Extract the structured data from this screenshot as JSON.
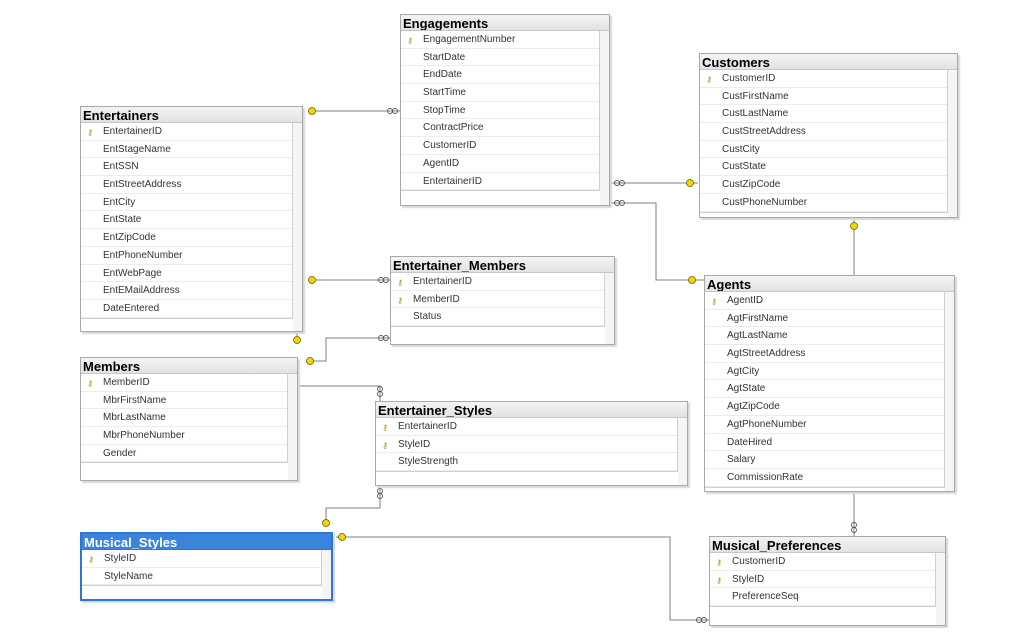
{
  "tables": {
    "engagements": {
      "title": "Engagements",
      "rows": [
        {
          "label": "EngagementNumber",
          "key": true
        },
        {
          "label": "StartDate",
          "key": false
        },
        {
          "label": "EndDate",
          "key": false
        },
        {
          "label": "StartTime",
          "key": false
        },
        {
          "label": "StopTime",
          "key": false
        },
        {
          "label": "ContractPrice",
          "key": false
        },
        {
          "label": "CustomerID",
          "key": false
        },
        {
          "label": "AgentID",
          "key": false
        },
        {
          "label": "EntertainerID",
          "key": false
        }
      ]
    },
    "customers": {
      "title": "Customers",
      "rows": [
        {
          "label": "CustomerID",
          "key": true
        },
        {
          "label": "CustFirstName",
          "key": false
        },
        {
          "label": "CustLastName",
          "key": false
        },
        {
          "label": "CustStreetAddress",
          "key": false
        },
        {
          "label": "CustCity",
          "key": false
        },
        {
          "label": "CustState",
          "key": false
        },
        {
          "label": "CustZipCode",
          "key": false
        },
        {
          "label": "CustPhoneNumber",
          "key": false
        }
      ]
    },
    "entertainers": {
      "title": "Entertainers",
      "rows": [
        {
          "label": "EntertainerID",
          "key": true
        },
        {
          "label": "EntStageName",
          "key": false
        },
        {
          "label": "EntSSN",
          "key": false
        },
        {
          "label": "EntStreetAddress",
          "key": false
        },
        {
          "label": "EntCity",
          "key": false
        },
        {
          "label": "EntState",
          "key": false
        },
        {
          "label": "EntZipCode",
          "key": false
        },
        {
          "label": "EntPhoneNumber",
          "key": false
        },
        {
          "label": "EntWebPage",
          "key": false
        },
        {
          "label": "EntEMailAddress",
          "key": false
        },
        {
          "label": "DateEntered",
          "key": false
        }
      ]
    },
    "entertainer_members": {
      "title": "Entertainer_Members",
      "rows": [
        {
          "label": "EntertainerID",
          "key": true
        },
        {
          "label": "MemberID",
          "key": true
        },
        {
          "label": "Status",
          "key": false
        }
      ]
    },
    "agents": {
      "title": "Agents",
      "rows": [
        {
          "label": "AgentID",
          "key": true
        },
        {
          "label": "AgtFirstName",
          "key": false
        },
        {
          "label": "AgtLastName",
          "key": false
        },
        {
          "label": "AgtStreetAddress",
          "key": false
        },
        {
          "label": "AgtCity",
          "key": false
        },
        {
          "label": "AgtState",
          "key": false
        },
        {
          "label": "AgtZipCode",
          "key": false
        },
        {
          "label": "AgtPhoneNumber",
          "key": false
        },
        {
          "label": "DateHired",
          "key": false
        },
        {
          "label": "Salary",
          "key": false
        },
        {
          "label": "CommissionRate",
          "key": false
        }
      ]
    },
    "members": {
      "title": "Members",
      "rows": [
        {
          "label": "MemberID",
          "key": true
        },
        {
          "label": "MbrFirstName",
          "key": false
        },
        {
          "label": "MbrLastName",
          "key": false
        },
        {
          "label": "MbrPhoneNumber",
          "key": false
        },
        {
          "label": "Gender",
          "key": false
        }
      ]
    },
    "entertainer_styles": {
      "title": "Entertainer_Styles",
      "rows": [
        {
          "label": "EntertainerID",
          "key": true
        },
        {
          "label": "StyleID",
          "key": true
        },
        {
          "label": "StyleStrength",
          "key": false
        }
      ]
    },
    "musical_styles": {
      "title": "Musical_Styles",
      "rows": [
        {
          "label": "StyleID",
          "key": true
        },
        {
          "label": "StyleName",
          "key": false
        }
      ]
    },
    "musical_preferences": {
      "title": "Musical_Preferences",
      "rows": [
        {
          "label": "CustomerID",
          "key": true
        },
        {
          "label": "StyleID",
          "key": true
        },
        {
          "label": "PreferenceSeq",
          "key": false
        }
      ]
    }
  },
  "selected_table": "musical_styles",
  "colors": {
    "selected": "#3a84dc",
    "key_end": "#f2d600",
    "line": "#7f7f7f"
  }
}
